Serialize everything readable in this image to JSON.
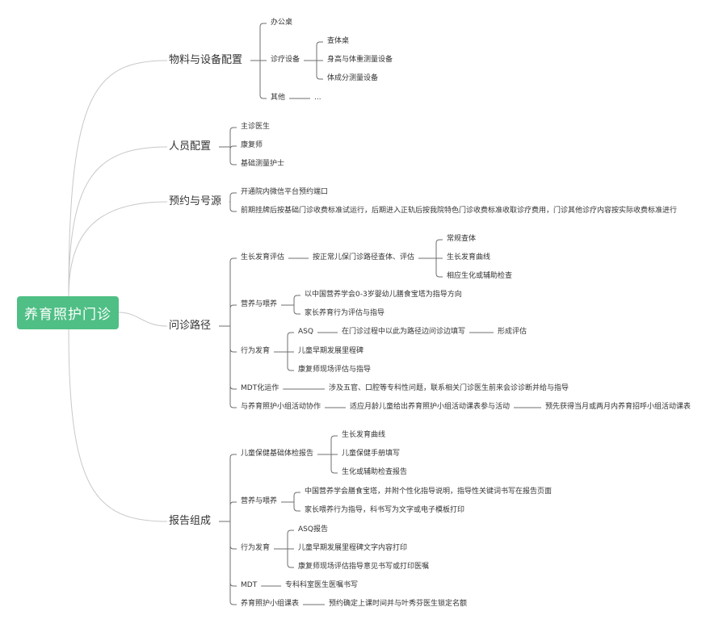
{
  "colors": {
    "root_bg": "#4fbf85",
    "root_text": "#ffffff",
    "branch": "#c8c8c8",
    "sub_line": "#6f6f6f",
    "text": "#333333"
  },
  "root": "养育照护门诊",
  "branches": [
    {
      "label": "物料与设备配置",
      "children": [
        {
          "label": "办公桌"
        },
        {
          "label": "诊疗设备",
          "children": [
            {
              "label": "查体桌"
            },
            {
              "label": "身高与体重测量设备"
            },
            {
              "label": "体成分测量设备"
            }
          ]
        },
        {
          "label": "其他",
          "children": [
            {
              "label": "..."
            }
          ]
        }
      ]
    },
    {
      "label": "人员配置",
      "children": [
        {
          "label": "主诊医生"
        },
        {
          "label": "康复师"
        },
        {
          "label": "基础测量护士"
        }
      ]
    },
    {
      "label": "预约与号源",
      "children": [
        {
          "label": "开通院内微信平台预约端口"
        },
        {
          "label": "前期挂牌后按基础门诊收费标准试运行，后期进入正轨后按我院特色门诊收费标准收取诊疗费用，门诊其他诊疗内容按实际收费标准进行"
        }
      ]
    },
    {
      "label": "问诊路径",
      "children": [
        {
          "label": "生长发育评估",
          "children": [
            {
              "label": "按正常儿保门诊路径查体、评估",
              "children": [
                {
                  "label": "常规查体"
                },
                {
                  "label": "生长发育曲线"
                },
                {
                  "label": "相应生化或辅助检查"
                }
              ]
            }
          ]
        },
        {
          "label": "营养与喂养",
          "children": [
            {
              "label": "以中国营养学会0-3岁婴幼儿膳食宝塔为指导方向"
            },
            {
              "label": "家长养育行为评估与指导"
            }
          ]
        },
        {
          "label": "行为发育",
          "children": [
            {
              "label": "ASQ",
              "children": [
                {
                  "label": "在门诊过程中以此为路径边问诊边填写",
                  "children": [
                    {
                      "label": "形成评估"
                    }
                  ]
                }
              ]
            },
            {
              "label": "儿童早期发展里程碑"
            },
            {
              "label": "康复师现场评估与指导"
            }
          ]
        },
        {
          "label": "MDT化运作",
          "children": [
            {
              "label": "涉及五官、口腔等专科性问题，联系相关门诊医生前来会诊诊断并给与指导"
            }
          ]
        },
        {
          "label": "与养育照护小组活动协作",
          "children": [
            {
              "label": "适应月龄儿童给出养育照护小组活动课表参与活动",
              "children": [
                {
                  "label": "预先获得当月或两月内养育招呼小组活动课表"
                }
              ]
            }
          ]
        }
      ]
    },
    {
      "label": "报告组成",
      "children": [
        {
          "label": "儿童保健基础体检报告",
          "children": [
            {
              "label": "生长发育曲线"
            },
            {
              "label": "儿童保健手册填写"
            },
            {
              "label": "生化或辅助检查报告"
            }
          ]
        },
        {
          "label": "营养与喂养",
          "children": [
            {
              "label": "中国营养学会膳食宝塔，并附个性化指导说明，指导性关键词书写在报告页面"
            },
            {
              "label": "家长喂养行为指导，科书写为文字或电子模板打印"
            }
          ]
        },
        {
          "label": "行为发育",
          "children": [
            {
              "label": "ASQ报告"
            },
            {
              "label": "儿童早期发展里程碑文字内容打印"
            },
            {
              "label": "康复师现场评估指导意见书写或打印医嘱"
            }
          ]
        },
        {
          "label": "MDT",
          "children": [
            {
              "label": "专科科室医生医嘱书写"
            }
          ]
        },
        {
          "label": "养育照护小组课表",
          "children": [
            {
              "label": "预约确定上课时间并与叶秀芬医生锁定名额"
            }
          ]
        }
      ]
    }
  ]
}
